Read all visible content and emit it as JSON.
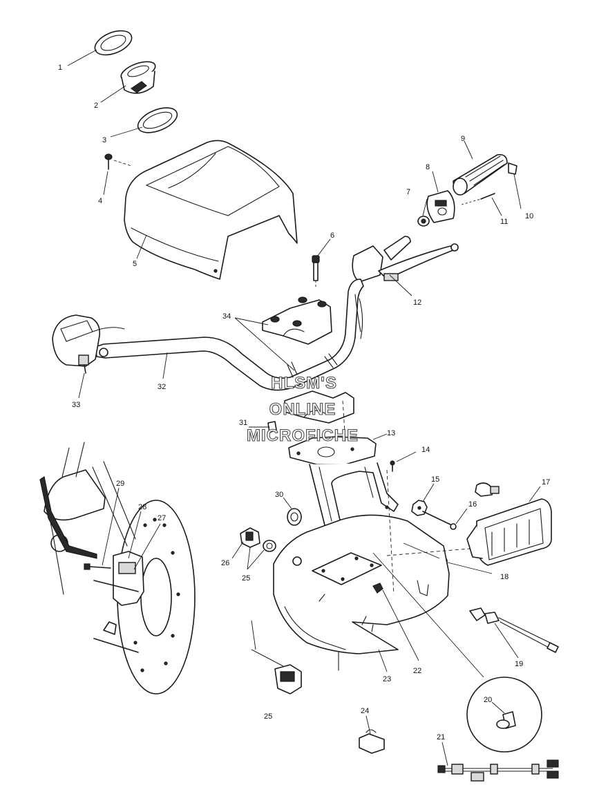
{
  "watermark": {
    "line1": "HLSM'S",
    "line2": "ONLINE",
    "line3": "MICROFICHE"
  },
  "callouts": {
    "c1": "1",
    "c2": "2",
    "c3": "3",
    "c4": "4",
    "c5": "5",
    "c6": "6",
    "c7": "7",
    "c8": "8",
    "c9": "9",
    "c10": "10",
    "c11": "11",
    "c12": "12",
    "c13": "13",
    "c14": "14",
    "c15": "15",
    "c16": "16",
    "c17": "17",
    "c18": "18",
    "c19": "19",
    "c20": "20",
    "c21": "21",
    "c22": "22",
    "c23": "23",
    "c24": "24",
    "c25a": "25",
    "c25b": "25",
    "c26": "26",
    "c27": "27",
    "c28": "28",
    "c29": "29",
    "c30": "30",
    "c31": "31",
    "c32": "32",
    "c33": "33",
    "c34": "34"
  },
  "colors": {
    "line": "#1a1a1a",
    "background": "#ffffff",
    "watermark_outline": "#4a4a4a"
  }
}
